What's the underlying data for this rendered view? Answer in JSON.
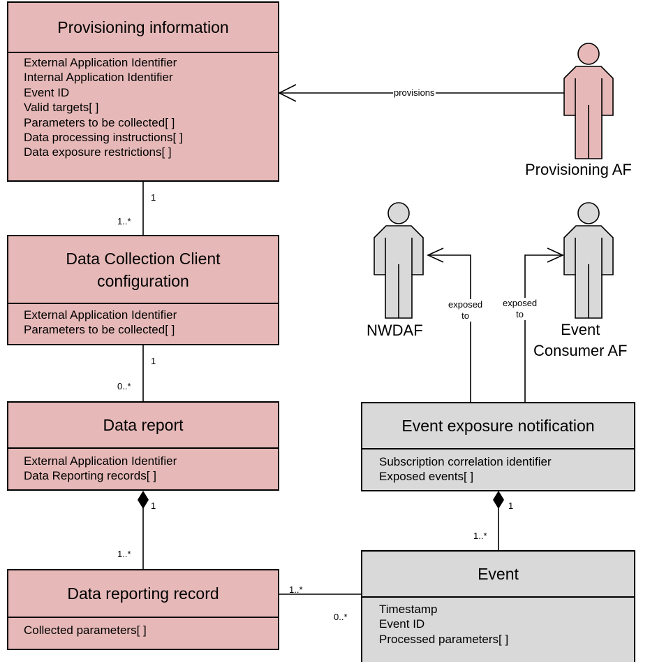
{
  "classes": {
    "provisioning": {
      "title": "Provisioning information",
      "attributes": [
        "External Application Identifier",
        "Internal Application Identifier",
        "Event ID",
        "Valid targets[ ]",
        "Parameters to be collected[ ]",
        "Data processing instructions[ ]",
        "Data exposure restrictions[ ]"
      ]
    },
    "dcc_config": {
      "title_line1": "Data Collection Client",
      "title_line2": "configuration",
      "attributes": [
        "External Application Identifier",
        "Parameters to be collected[ ]"
      ]
    },
    "data_report": {
      "title": "Data report",
      "attributes": [
        "External Application Identifier",
        "Data Reporting records[ ]"
      ]
    },
    "data_reporting_record": {
      "title": "Data reporting record",
      "attributes": [
        "Collected parameters[ ]"
      ]
    },
    "event_exposure": {
      "title": "Event exposure notification",
      "attributes": [
        "Subscription correlation identifier",
        "Exposed events[ ]"
      ]
    },
    "event": {
      "title": "Event",
      "attributes": [
        "Timestamp",
        "Event ID",
        "Processed parameters[ ]"
      ]
    }
  },
  "actors": {
    "provisioning_af": "Provisioning AF",
    "nwdaf": "NWDAF",
    "event_consumer_line1": "Event",
    "event_consumer_line2": "Consumer AF"
  },
  "relations": {
    "provisions": "provisions",
    "exposed_line1": "exposed",
    "exposed_line2": "to",
    "m_prov_one": "1",
    "m_dcc_many": "1..*",
    "m_dcc_one": "1",
    "m_report_many": "0..*",
    "m_report_one": "1",
    "m_record_many": "1..*",
    "m_record_event": "1..*",
    "m_event_record": "0..*",
    "m_exposure_one": "1",
    "m_event_many": "1..*"
  },
  "colors": {
    "pink_fill": "#e6b9b8",
    "grey_fill": "#d9d9d9",
    "line": "#000000"
  }
}
